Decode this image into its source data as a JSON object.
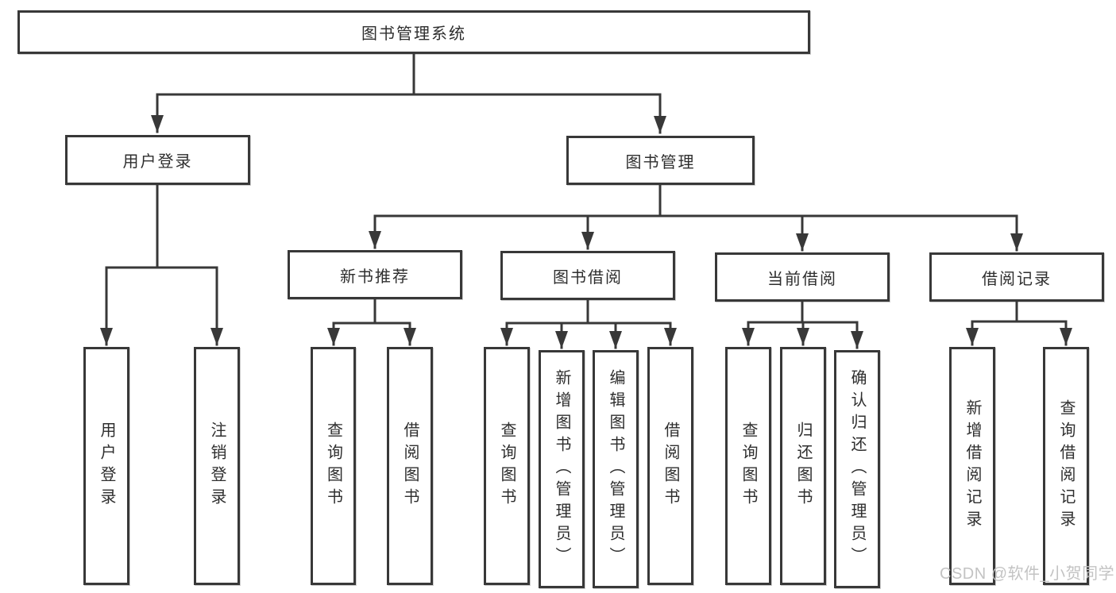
{
  "diagram": {
    "root": {
      "label": "图书管理系统"
    },
    "branches": [
      {
        "label": "用户登录",
        "children": [
          {
            "label": "用户登录"
          },
          {
            "label": "注销登录"
          }
        ]
      },
      {
        "label": "图书管理",
        "children": [
          {
            "label": "新书推荐",
            "children": [
              {
                "label": "查询图书"
              },
              {
                "label": "借阅图书"
              }
            ]
          },
          {
            "label": "图书借阅",
            "children": [
              {
                "label": "查询图书"
              },
              {
                "label": "新增图书（管理员）"
              },
              {
                "label": "编辑图书（管理员）"
              },
              {
                "label": "借阅图书"
              }
            ]
          },
          {
            "label": "当前借阅",
            "children": [
              {
                "label": "查询图书"
              },
              {
                "label": "归还图书"
              },
              {
                "label": "确认归还（管理员）"
              }
            ]
          },
          {
            "label": "借阅记录",
            "children": [
              {
                "label": "新增借阅记录"
              },
              {
                "label": "查询借阅记录"
              }
            ]
          }
        ]
      }
    ]
  },
  "watermark": {
    "text": "CSDN @软件_小贺同学"
  },
  "colors": {
    "line": "#383838",
    "box_border": "#383838",
    "box_fill": "#ffffff",
    "text": "#2e2e2e",
    "watermark": "#c3c3c3",
    "background": "#ffffff"
  }
}
